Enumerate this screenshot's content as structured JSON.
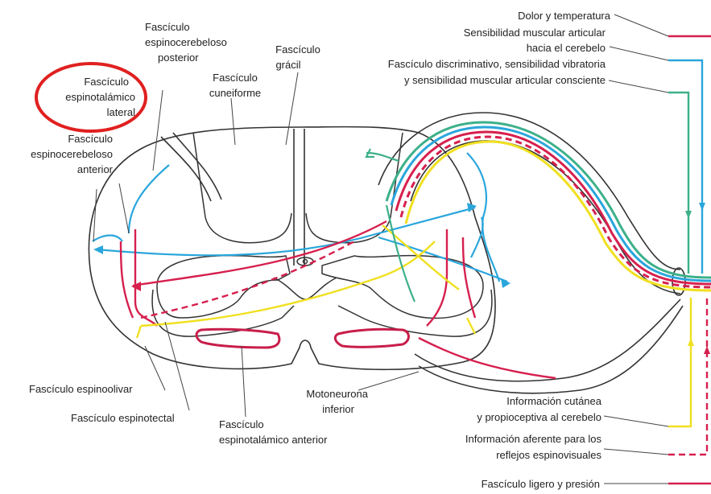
{
  "labels": {
    "fasc_espinotalamico_lateral": [
      "Fascículo",
      "espinotalámico",
      "lateral"
    ],
    "fasc_espinocerebeloso_posterior": [
      "Fascículo",
      "espinocerebeloso",
      "posterior"
    ],
    "fasc_gracil": [
      "Fascículo",
      "grácil"
    ],
    "fasc_cuneiforme": [
      "Fascículo",
      "cuneiforme"
    ],
    "fasc_espinocerebeloso_anterior": [
      "Fascículo",
      "espinocerebeloso",
      "anterior"
    ],
    "fasc_espinoolivar": "Fascículo espinoolivar",
    "fasc_espinotectal": "Fascículo espinotectal",
    "fasc_espinotalamico_anterior": [
      "Fascículo",
      "espinotalámico anterior"
    ],
    "motoneurona_inferior": [
      "Motoneurona",
      "inferior"
    ]
  },
  "legend": {
    "dolor": "Dolor y temperatura",
    "sensibilidad_muscular": [
      "Sensibilidad muscular articular",
      "hacia el cerebelo"
    ],
    "discriminativo": [
      "Fascículo discriminativo, sensibilidad vibratoria",
      "y sensibilidad muscular articular consciente"
    ],
    "cutanea": [
      "Información cutánea",
      "y propioceptiva al cerebelo"
    ],
    "aferente": [
      "Información aferente para los",
      "reflejos espinovisuales"
    ],
    "ligero": "Fascículo ligero y presión"
  },
  "colors": {
    "pain": "#d6204e",
    "cerebellar": "#2aa6dc",
    "discriminative": "#3cb08a",
    "cutaneous": "#f0e020",
    "outline": "#333333",
    "highlight": "#e02020"
  }
}
